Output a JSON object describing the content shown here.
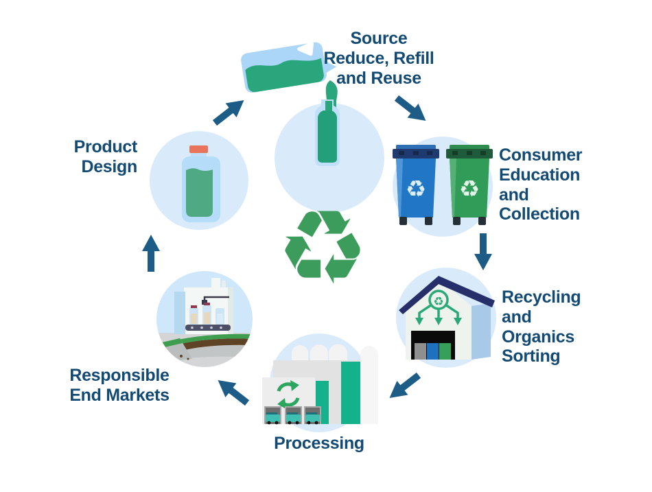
{
  "icons": {
    "recycle_glyph": "♻"
  },
  "colors": {
    "label_text": "#134a73",
    "arrow_blue": "#1d5c86",
    "circle_bg": "#d9ebfb",
    "liquid_green": "#2aa67c",
    "center_green": "#3b9c5c",
    "bin_blue": "#2176c5",
    "bin_green": "#319c58",
    "roof_navy": "#262f6a",
    "teal_panel": "#14b28c",
    "cap_orange": "#e8745c"
  },
  "stages": {
    "source": {
      "label": "Source\nReduce, Refill\nand Reuse"
    },
    "consumer": {
      "label": "Consumer\nEducation\nand\nCollection"
    },
    "sorting": {
      "label": "Recycling\nand\nOrganics\nSorting"
    },
    "processing": {
      "label": "Processing"
    },
    "end_markets": {
      "label": "Responsible\nEnd Markets"
    },
    "product_design": {
      "label": "Product\nDesign"
    }
  }
}
